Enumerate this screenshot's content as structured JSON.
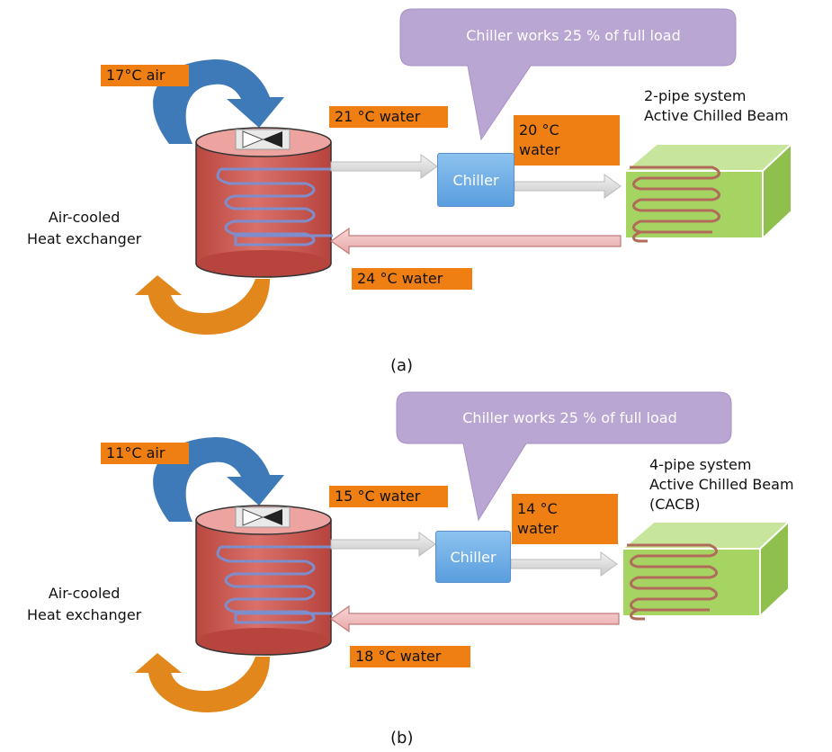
{
  "panels": [
    {
      "caption": "(a)",
      "bubble": "Chiller works 25 % of full load",
      "air_tag": "17°C air",
      "water_out_tag": "21 °C water",
      "water_supply_tag": "20 °C\nwater",
      "water_return_tag": "24 °C water",
      "chiller": "Chiller",
      "system_label": "2-pipe system\nActive Chilled Beam",
      "hx_label": "Air-cooled\nHeat exchanger"
    },
    {
      "caption": "(b)",
      "bubble": "Chiller works 25 % of full load",
      "air_tag": "11°C air",
      "water_out_tag": "15 °C water",
      "water_supply_tag": "14 °C\nwater",
      "water_return_tag": "18 °C water",
      "chiller": "Chiller",
      "system_label": "4-pipe system\nActive Chilled Beam\n(CACB)",
      "hx_label": "Air-cooled\nHeat exchanger"
    }
  ],
  "colors": {
    "tag_orange": "#ef7f12",
    "bubble_purple": "#b9a6d3",
    "cylinder_red": "#cf5f59",
    "beam_green": "#a6d463",
    "chiller_blue": "#6aa8e4",
    "air_arrow_blue": "#3f7ab8",
    "exhaust_arrow_orange": "#e1871c"
  }
}
